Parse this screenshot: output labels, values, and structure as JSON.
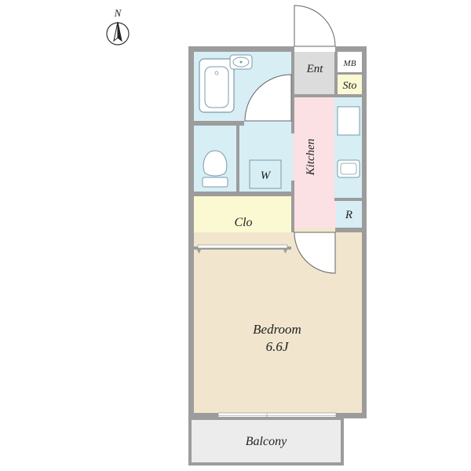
{
  "compass": {
    "north_label": "N",
    "icon": "north-arrow-icon"
  },
  "rooms": {
    "entrance": "Ent",
    "meter_box": "MB",
    "storage": "Sto",
    "kitchen": "Kitchen",
    "washer": "W",
    "refrigerator": "R",
    "closet": "Clo",
    "bedroom": "Bedroom",
    "bedroom_size": "6.6J",
    "balcony": "Balcony"
  },
  "colors": {
    "wall": "#9c9c9c",
    "wet_area": "#d7eef5",
    "kitchen": "#fbe0e4",
    "closet": "#fbf9d2",
    "bedroom": "#f1e6cd",
    "entrance": "#dcdcdc",
    "balcony": "#ececec",
    "fixture_stroke": "#7a9ba8"
  },
  "icons": {
    "bathtub": "bathtub-icon",
    "sink": "sink-icon",
    "toilet": "toilet-icon",
    "stove": "stove-icon"
  }
}
